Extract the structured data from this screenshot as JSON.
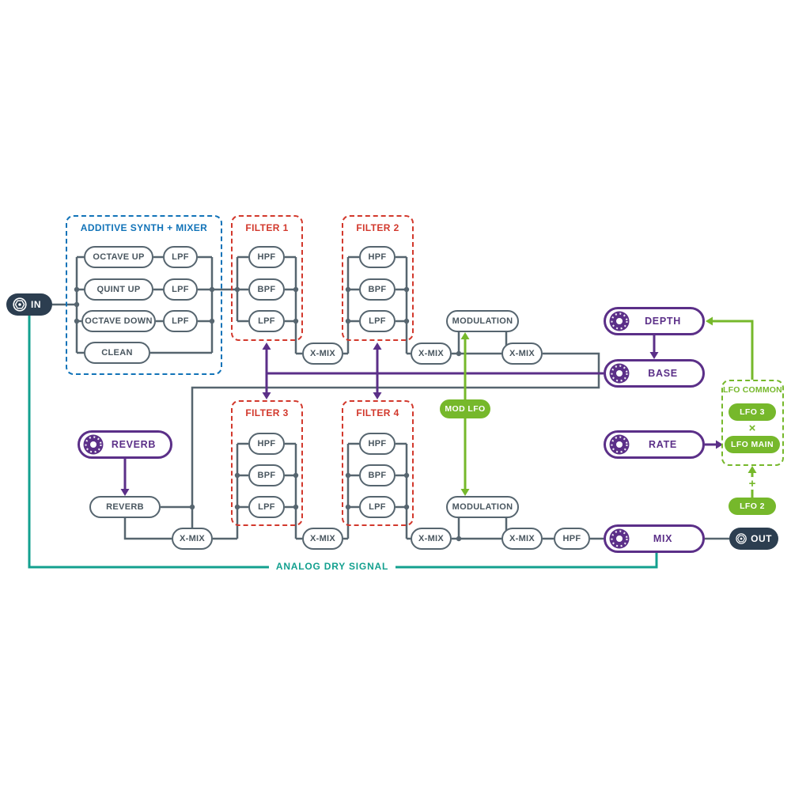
{
  "diagram": {
    "nodes": {
      "in": "IN",
      "out": "OUT"
    },
    "additive": {
      "title": "ADDITIVE SYNTH + MIXER",
      "octave_up": "OCTAVE UP",
      "quint_up": "QUINT UP",
      "octave_down": "OCTAVE DOWN",
      "clean": "CLEAN",
      "lpf": "LPF"
    },
    "filters": {
      "f1": "FILTER 1",
      "f2": "FILTER 2",
      "f3": "FILTER 3",
      "f4": "FILTER 4",
      "hpf": "HPF",
      "bpf": "BPF",
      "lpf": "LPF"
    },
    "blocks": {
      "xmix": "X-MIX",
      "modulation": "MODULATION",
      "hpf": "HPF",
      "reverb": "REVERB",
      "mod_lfo": "MOD LFO"
    },
    "controls": {
      "depth": "DEPTH",
      "base": "BASE",
      "rate": "RATE",
      "mix": "MIX",
      "reverb": "REVERB"
    },
    "lfo": {
      "title": "LFO COMMON",
      "lfo3": "LFO 3",
      "times": "×",
      "lfo_main": "LFO MAIN",
      "plus": "+",
      "lfo2": "LFO 2"
    },
    "annotations": {
      "dry_signal": "ANALOG DRY SIGNAL"
    },
    "icons": {
      "in_out_jack": "hex-jack-icon",
      "control_knob": "rotary-knob-icon"
    },
    "colors": {
      "line": "#56656f",
      "blue": "#1173b8",
      "red": "#d2382c",
      "green": "#76b82b",
      "purple": "#5b2f88",
      "teal": "#13a08f",
      "dark": "#2c3e50"
    }
  }
}
